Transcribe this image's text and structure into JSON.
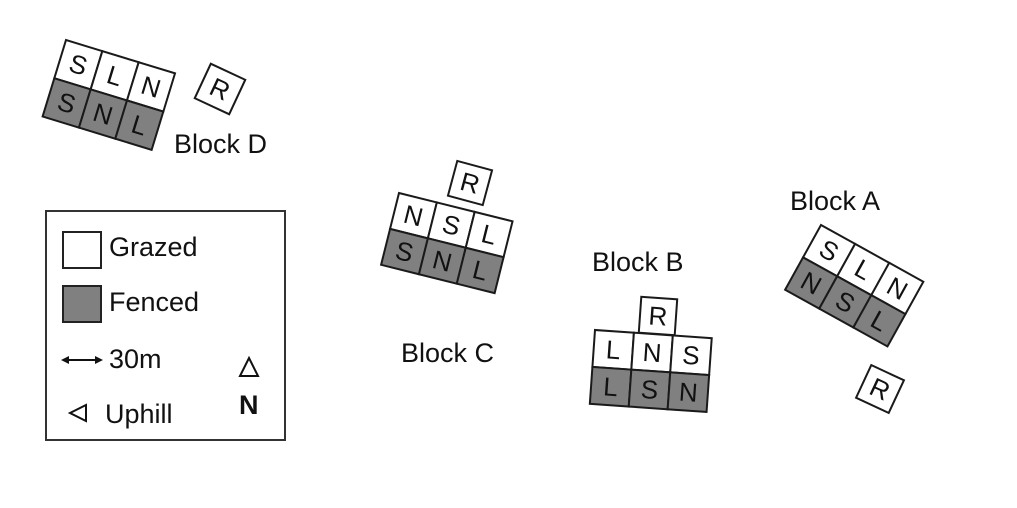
{
  "colors": {
    "grazed": "#ffffff",
    "fenced": "#808080",
    "stroke": "#1a1a1a"
  },
  "blocks": [
    {
      "label": "Block D",
      "grid": [
        [
          "S",
          "L",
          "N"
        ],
        [
          "S",
          "N",
          "L"
        ]
      ],
      "reference": "R"
    },
    {
      "label": "Block C",
      "grid": [
        [
          "N",
          "S",
          "L"
        ],
        [
          "S",
          "N",
          "L"
        ]
      ],
      "reference": "R"
    },
    {
      "label": "Block B",
      "grid": [
        [
          "L",
          "N",
          "S"
        ],
        [
          "L",
          "S",
          "N"
        ]
      ],
      "reference": "R"
    },
    {
      "label": "Block A",
      "grid": [
        [
          "S",
          "L",
          "N"
        ],
        [
          "N",
          "S",
          "L"
        ]
      ],
      "reference": "R"
    }
  ],
  "legend": {
    "grazed": "Grazed",
    "fenced": "Fenced",
    "scale": "30m",
    "uphill": "Uphill",
    "north": "N"
  }
}
